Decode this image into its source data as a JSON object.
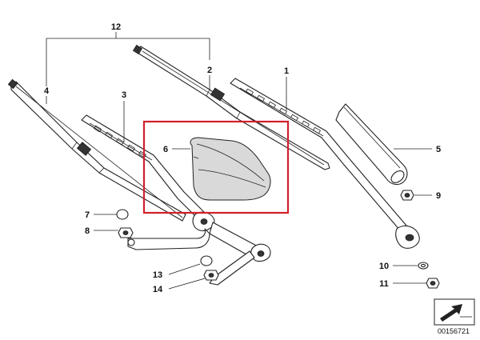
{
  "diagram": {
    "callouts": [
      "1",
      "2",
      "3",
      "4",
      "5",
      "6",
      "7",
      "8",
      "9",
      "10",
      "11",
      "12",
      "13",
      "14"
    ],
    "catalog_number": "00156721",
    "highlight_color": "#d21f2b"
  }
}
